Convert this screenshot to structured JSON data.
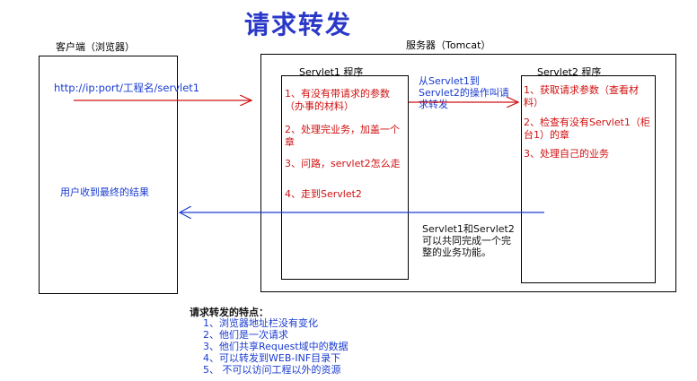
{
  "title": "请求转发",
  "client": {
    "label": "客户端（浏览器）",
    "url": "http://ip:port/工程名/servlet1",
    "result": "用户收到最终的结果"
  },
  "server": {
    "label": "服务器（Tomcat）",
    "servlet1": {
      "title": "Servlet1 程序",
      "steps": [
        "1、有没有带请求的参数（办事的材料）",
        "2、处理完业务，加盖一个章",
        "3、问路，servlet2怎么走",
        "4、走到Servlet2"
      ]
    },
    "servlet2": {
      "title": "Servlet2 程序",
      "steps": [
        "1、获取请求参数（查看材料）",
        "2、检查有没有Servlet1（柜台1）的章",
        "3、处理自己的业务"
      ]
    },
    "forward_note": "从Servlet1到Servlet2的操作叫请求转发",
    "together_note": "Servlet1和Servlet2可以共同完成一个完整的业务功能。"
  },
  "features": {
    "title": "请求转发的特点：",
    "items": [
      "1、浏览器地址栏没有变化",
      "2、他们是一次请求",
      "3、他们共享Request域中的数据",
      "4、可以转发到WEB-INF目录下",
      "5、  不可以访问工程以外的资源"
    ]
  },
  "colors": {
    "title": "#2a38c8",
    "red": "#d01010",
    "blue": "#1a3cd0"
  }
}
